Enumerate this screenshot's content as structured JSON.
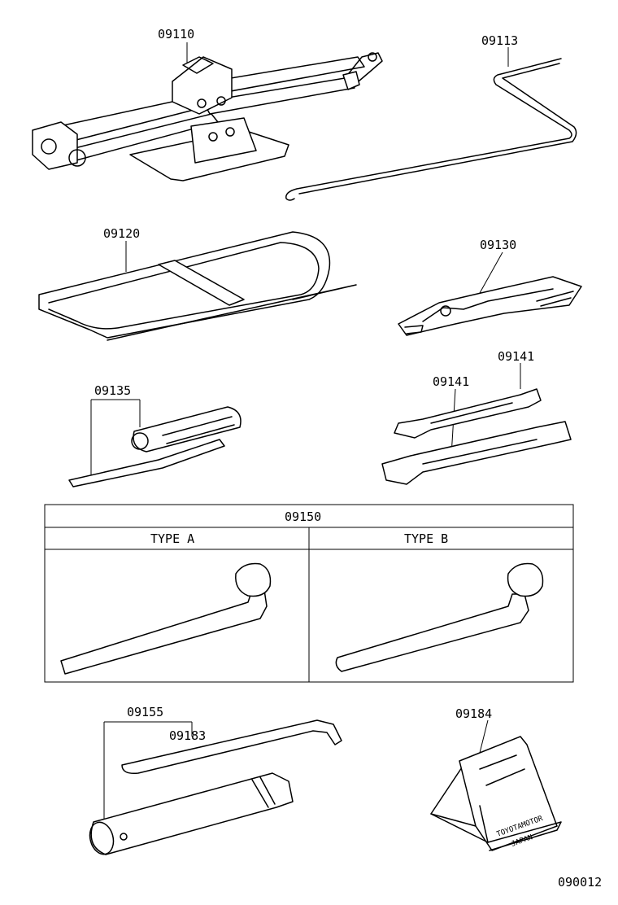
{
  "parts": {
    "jack": "09110",
    "handle": "09113",
    "bag": "09120",
    "pliers": "09130",
    "wrench_a": "09141",
    "wrench_b": "09141",
    "screwdriver": "09135",
    "lug_wrench": "09150",
    "extension": "09155",
    "jack_handle_bar": "09183",
    "wheel_chock": "09184"
  },
  "table": {
    "type_a": "TYPE  A",
    "type_b": "TYPE  B"
  },
  "chock_text": {
    "line1": "TOYOTAMOTOR",
    "line2": "JAPAN"
  },
  "figure_id": "090012"
}
